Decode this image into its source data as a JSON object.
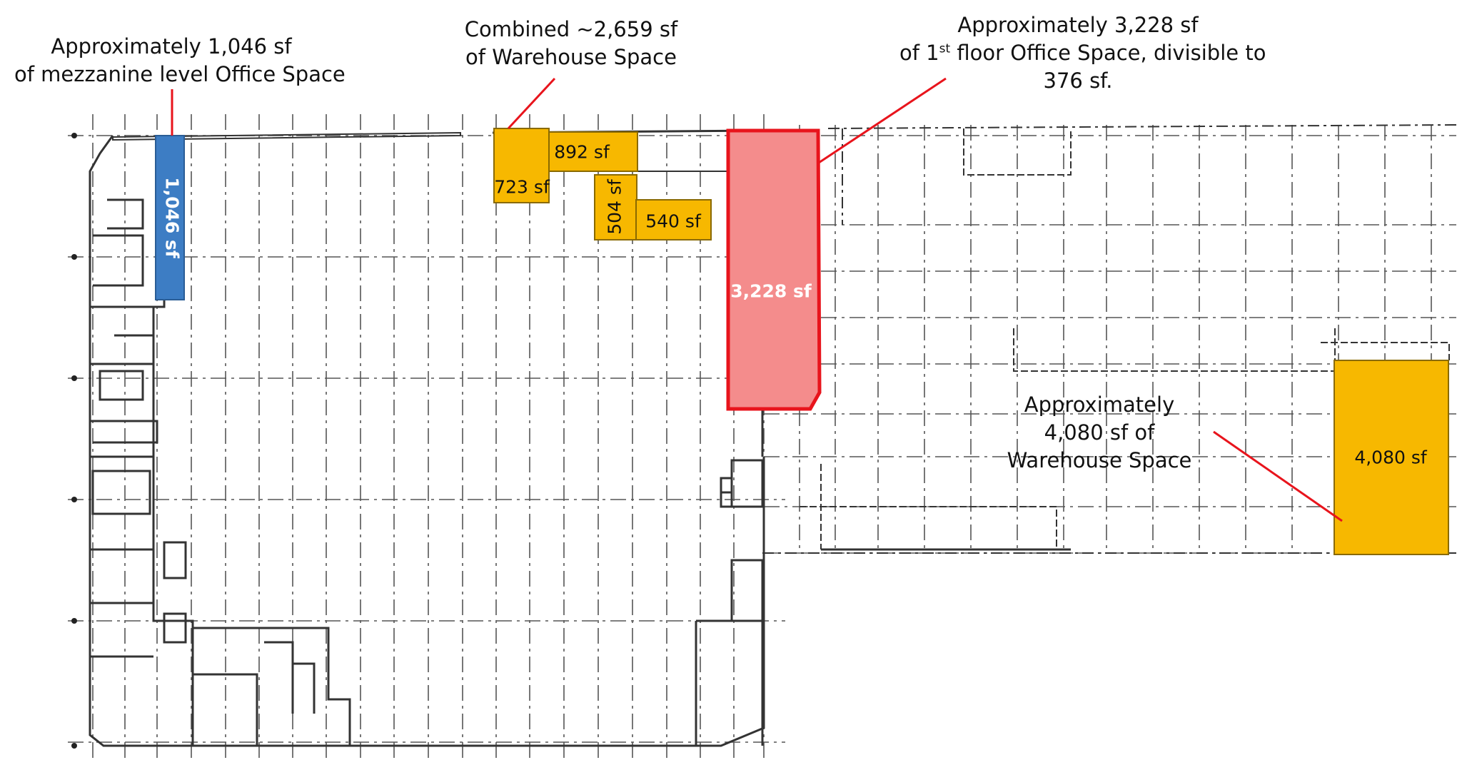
{
  "callouts": {
    "mezzanine": {
      "line1": "Approximately 1,046 sf",
      "line2": "of mezzanine level Office Space"
    },
    "combined_warehouse": {
      "line1": "Combined ~2,659 sf",
      "line2": "of Warehouse Space"
    },
    "first_floor_office": {
      "line1": "Approximately 3,228 sf",
      "line2_pre": "of 1",
      "line2_sup": "st",
      "line2_post": " floor Office Space, divisible to",
      "line3": "376 sf."
    },
    "east_warehouse": {
      "line1": "Approximately",
      "line2": "4,080 sf of",
      "line3": "Warehouse Space"
    }
  },
  "zones": {
    "mezzanine_office": {
      "label": "1,046 sf",
      "fill": "#3d7dc4",
      "text_color": "#ffffff"
    },
    "warehouse_892": {
      "label": "892 sf",
      "fill": "#f7b800",
      "text_color": "#111111"
    },
    "warehouse_723": {
      "label": "723 sf",
      "fill": "#f7b800",
      "text_color": "#111111"
    },
    "warehouse_504": {
      "label": "504 sf",
      "fill": "#f7b800",
      "text_color": "#111111"
    },
    "warehouse_540": {
      "label": "540 sf",
      "fill": "#f7b800",
      "text_color": "#111111"
    },
    "first_floor_office": {
      "label": "3,228 sf",
      "fill": "#f48c8c",
      "stroke": "#e8141c",
      "text_color": "#ffffff"
    },
    "east_warehouse": {
      "label": "4,080 sf",
      "fill": "#f7b800",
      "text_color": "#111111"
    }
  },
  "colors": {
    "leader_line": "#e8141c",
    "plan_line": "#333333",
    "grid_line": "#555555"
  }
}
